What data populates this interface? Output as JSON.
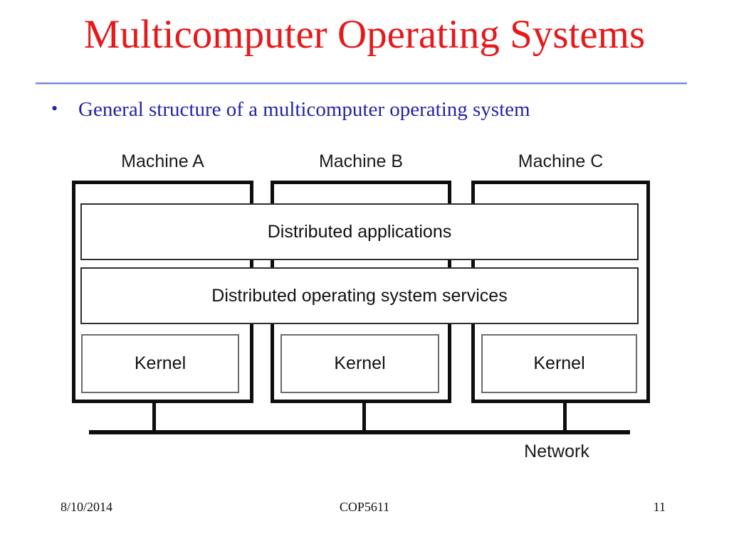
{
  "slide": {
    "title": "Multicomputer Operating Systems",
    "bullet": {
      "marker": "•",
      "text": "General structure of a multicomputer operating system"
    },
    "footer": {
      "date": "8/10/2014",
      "course": "COP5611",
      "page_number": "11"
    },
    "colors": {
      "title_red": "#E51A1C",
      "bullet_blue": "#2323A8",
      "separator_blue": "#6F87D4",
      "diagram_line_black": "#0E0E0E"
    }
  },
  "diagram": {
    "machines": [
      {
        "label": "Machine A"
      },
      {
        "label": "Machine B"
      },
      {
        "label": "Machine C"
      }
    ],
    "layers": [
      {
        "label": "Distributed applications"
      },
      {
        "label": "Distributed operating system services"
      }
    ],
    "kernels": [
      {
        "label": "Kernel"
      },
      {
        "label": "Kernel"
      },
      {
        "label": "Kernel"
      }
    ],
    "network_label": "Network"
  }
}
